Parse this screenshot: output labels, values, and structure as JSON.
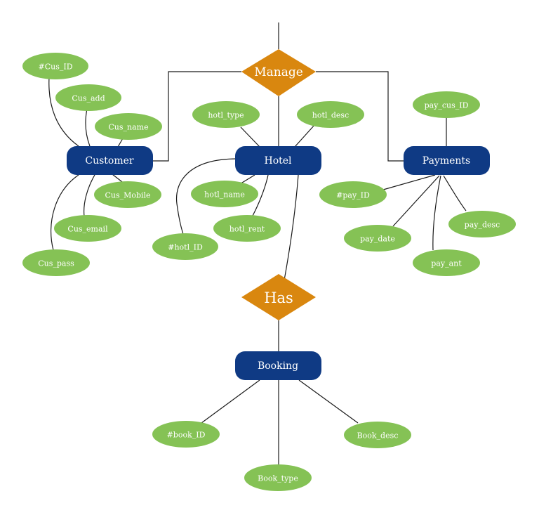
{
  "colors": {
    "entity": "#0f3a84",
    "attribute": "#85c255",
    "relationship": "#d9870f"
  },
  "entities": {
    "customer": "Customer",
    "hotel": "Hotel",
    "payments": "Payments",
    "booking": "Booking"
  },
  "relationships": {
    "manage": "Manage",
    "has": "Has"
  },
  "attributes": {
    "customer": {
      "id": "#Cus_ID",
      "add": "Cus_add",
      "name": "Cus_name",
      "mobile": "Cus_Mobile",
      "email": "Cus_email",
      "pass": "Cus_pass"
    },
    "hotel": {
      "type": "hotl_type",
      "desc": "hotl_desc",
      "name": "hotl_name",
      "rent": "hotl_rent",
      "id": "#hotl_ID"
    },
    "payments": {
      "cus_id": "pay_cus_ID",
      "id": "#pay_ID",
      "date": "pay_date",
      "desc": "pay_desc",
      "amt": "pay_ant"
    },
    "booking": {
      "id": "#book_ID",
      "type": "Book_type",
      "desc": "Book_desc"
    }
  }
}
